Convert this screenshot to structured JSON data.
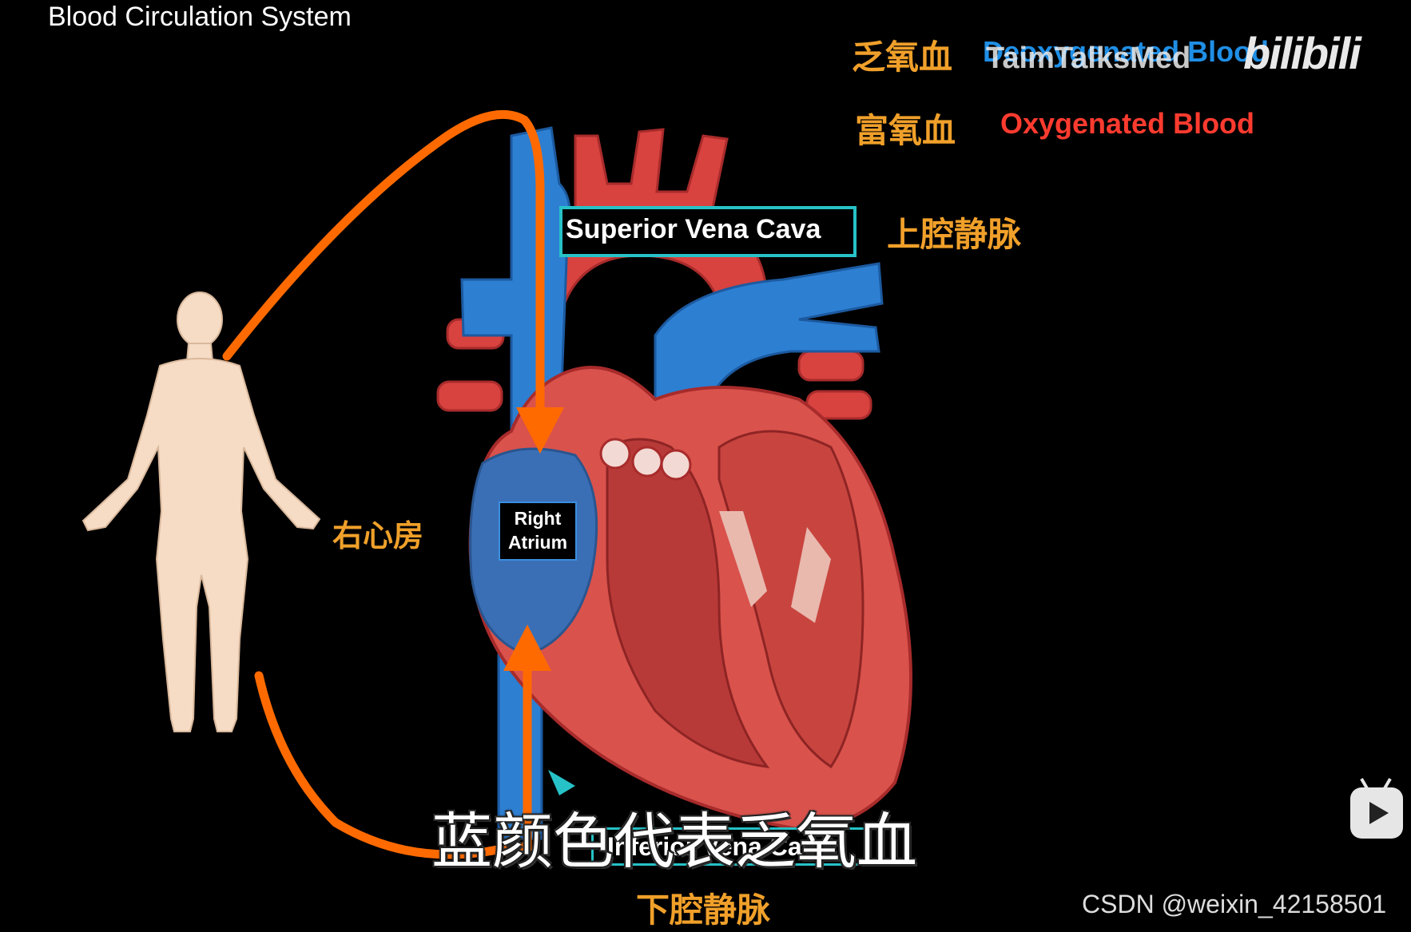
{
  "title": "Blood Circulation System",
  "legend": {
    "deoxygenated_cn": "乏氧血",
    "deoxygenated_en": "Deoxygenated Blood",
    "oxygenated_cn": "富氧血",
    "oxygenated_en": "Oxygenated Blood"
  },
  "watermark": {
    "channel": "TaimTalksMed",
    "logo": "bilibili"
  },
  "labels": {
    "superior_vena_cava_en": "Superior Vena Cava",
    "superior_vena_cava_cn": "上腔静脉",
    "right_atrium_en": "Right Atrium",
    "right_atrium_cn": "右心房",
    "inferior_vena_cava_en": "Inferior Vena Cava",
    "inferior_vena_cava_cn": "下腔静脉"
  },
  "subtitle": "蓝颜色代表乏氧血",
  "credit": "CSDN @weixin_42158501",
  "colors": {
    "deoxygenated": "#1f8fe6",
    "oxygenated": "#ff3b2f",
    "flow_arrow": "#ff6a00",
    "label_border": "#26c2c7",
    "cn_label": "#f0a02a"
  },
  "icons": {
    "play": "play-button-icon"
  }
}
